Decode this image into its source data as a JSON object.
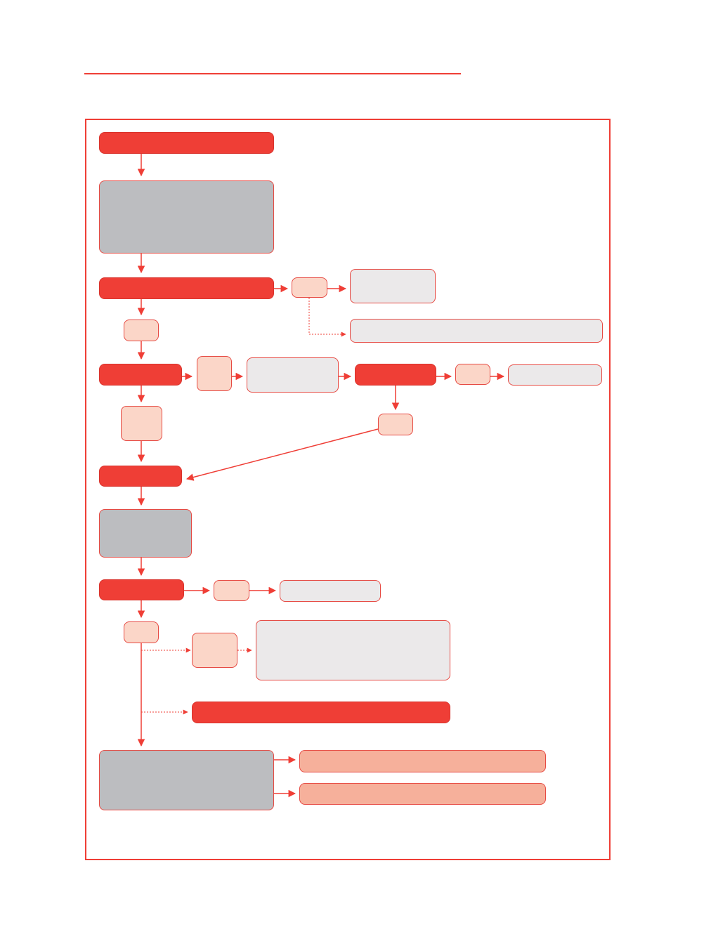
{
  "diagram": {
    "colors": {
      "accent": "#ef3e36",
      "process_gray": "#bcbdc0",
      "result_light": "#ebe9ea",
      "decision_pink": "#fbd6c8",
      "outcome_salmon": "#f6b09b"
    },
    "nodes": [
      {
        "id": "start",
        "style": "red",
        "label": ""
      },
      {
        "id": "step-1",
        "style": "gray",
        "label": ""
      },
      {
        "id": "step-2",
        "style": "red",
        "label": ""
      },
      {
        "id": "decision-1",
        "style": "pink",
        "label": ""
      },
      {
        "id": "result-1",
        "style": "light",
        "label": ""
      },
      {
        "id": "result-2",
        "style": "light",
        "label": ""
      },
      {
        "id": "decision-2",
        "style": "pink",
        "label": ""
      },
      {
        "id": "step-3",
        "style": "red",
        "label": ""
      },
      {
        "id": "decision-3",
        "style": "pink",
        "label": ""
      },
      {
        "id": "result-3",
        "style": "light",
        "label": ""
      },
      {
        "id": "step-4",
        "style": "red",
        "label": ""
      },
      {
        "id": "decision-4",
        "style": "pink",
        "label": ""
      },
      {
        "id": "result-4",
        "style": "light",
        "label": ""
      },
      {
        "id": "decision-5",
        "style": "pink",
        "label": ""
      },
      {
        "id": "decision-6",
        "style": "pink",
        "label": ""
      },
      {
        "id": "step-5",
        "style": "red",
        "label": ""
      },
      {
        "id": "step-6",
        "style": "gray",
        "label": ""
      },
      {
        "id": "step-7",
        "style": "red",
        "label": ""
      },
      {
        "id": "decision-7",
        "style": "pink",
        "label": ""
      },
      {
        "id": "result-5",
        "style": "light",
        "label": ""
      },
      {
        "id": "decision-8",
        "style": "pink",
        "label": ""
      },
      {
        "id": "decision-9",
        "style": "pink",
        "label": ""
      },
      {
        "id": "result-6",
        "style": "light",
        "label": ""
      },
      {
        "id": "step-8",
        "style": "red",
        "label": ""
      },
      {
        "id": "step-9",
        "style": "gray",
        "label": ""
      },
      {
        "id": "outcome-1",
        "style": "salmon",
        "label": ""
      },
      {
        "id": "outcome-2",
        "style": "salmon",
        "label": ""
      }
    ],
    "edges": [
      {
        "from": "start",
        "to": "step-1",
        "style": "solid"
      },
      {
        "from": "step-1",
        "to": "step-2",
        "style": "solid"
      },
      {
        "from": "step-2",
        "to": "decision-1",
        "style": "solid"
      },
      {
        "from": "decision-1",
        "to": "result-1",
        "style": "solid"
      },
      {
        "from": "decision-1",
        "to": "result-2",
        "style": "dotted"
      },
      {
        "from": "step-2",
        "to": "decision-2",
        "style": "solid"
      },
      {
        "from": "decision-2",
        "to": "step-3",
        "style": "solid"
      },
      {
        "from": "step-3",
        "to": "decision-3",
        "style": "solid"
      },
      {
        "from": "decision-3",
        "to": "result-3",
        "style": "solid"
      },
      {
        "from": "result-3",
        "to": "step-4",
        "style": "solid"
      },
      {
        "from": "step-4",
        "to": "decision-4",
        "style": "solid"
      },
      {
        "from": "decision-4",
        "to": "result-4",
        "style": "solid"
      },
      {
        "from": "step-4",
        "to": "decision-5",
        "style": "solid"
      },
      {
        "from": "step-3",
        "to": "decision-6",
        "style": "solid"
      },
      {
        "from": "decision-6",
        "to": "step-5",
        "style": "solid"
      },
      {
        "from": "decision-5",
        "to": "step-5",
        "style": "solid"
      },
      {
        "from": "step-5",
        "to": "step-6",
        "style": "solid"
      },
      {
        "from": "step-6",
        "to": "step-7",
        "style": "solid"
      },
      {
        "from": "step-7",
        "to": "decision-7",
        "style": "solid"
      },
      {
        "from": "decision-7",
        "to": "result-5",
        "style": "solid"
      },
      {
        "from": "step-7",
        "to": "decision-8",
        "style": "solid"
      },
      {
        "from": "decision-8",
        "to": "decision-9",
        "style": "dotted"
      },
      {
        "from": "decision-9",
        "to": "result-6",
        "style": "dotted"
      },
      {
        "from": "decision-8",
        "to": "step-8",
        "style": "dotted"
      },
      {
        "from": "decision-8",
        "to": "step-9",
        "style": "solid"
      },
      {
        "from": "step-9",
        "to": "outcome-1",
        "style": "solid"
      },
      {
        "from": "step-9",
        "to": "outcome-2",
        "style": "solid"
      }
    ]
  }
}
